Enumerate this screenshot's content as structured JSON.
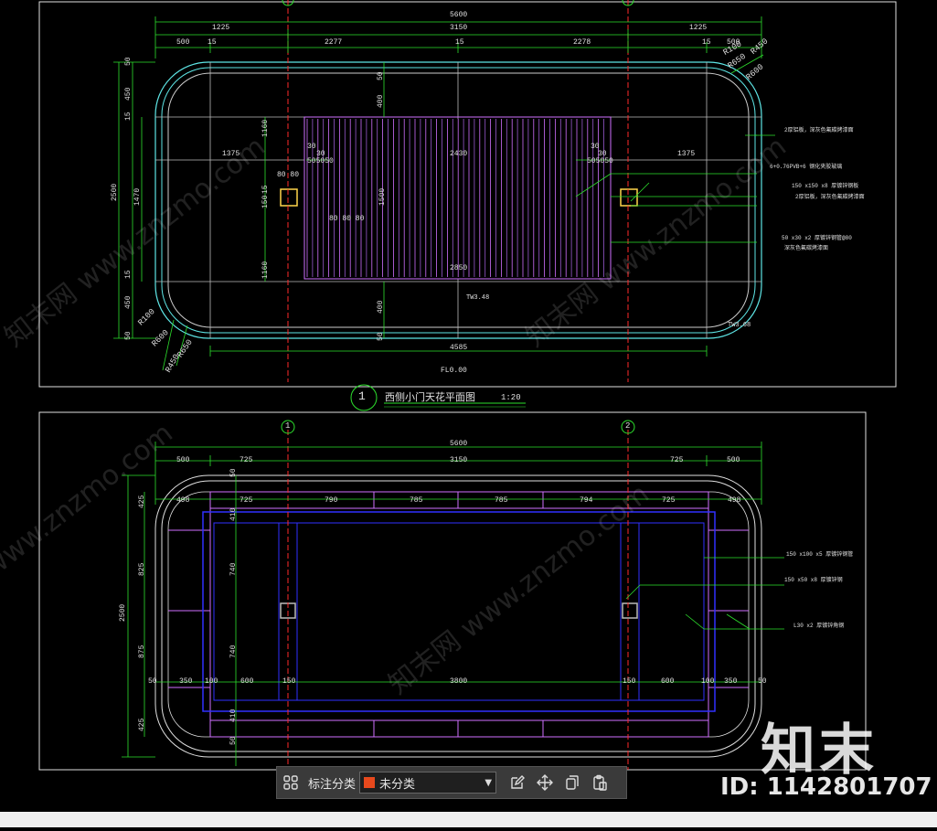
{
  "drawing": {
    "title1": "西侧小门天花平面图",
    "scale1": "1:20",
    "view_num": "1",
    "fl_label": "FL0.00",
    "axis_1": "1",
    "axis_2": "2",
    "top_dims": [
      "5600",
      "1225",
      "3150",
      "1225",
      "500",
      "15",
      "2277",
      "15",
      "2278",
      "15",
      "500"
    ],
    "bottom_dims": [
      "5600",
      "500",
      "725",
      "3150",
      "725",
      "500",
      "498",
      "725",
      "790",
      "785",
      "785",
      "794",
      "725",
      "498"
    ],
    "left_dims_top": [
      "2500",
      "50",
      "450",
      "15",
      "1160",
      "1470",
      "15",
      "1160",
      "450",
      "50",
      "1500",
      "150",
      "15"
    ],
    "left_dims_bottom": [
      "2500",
      "425",
      "825",
      "875",
      "425",
      "740",
      "740",
      "410",
      "410",
      "50",
      "50"
    ],
    "inner_labels": [
      "1375",
      "1375",
      "2430",
      "30",
      "30",
      "30",
      "30",
      "505050",
      "505050",
      "80 80",
      "80 80 80",
      "400",
      "400",
      "2850",
      "4585",
      "50",
      "50"
    ],
    "bottom_row": [
      "50",
      "350",
      "100",
      "600",
      "150",
      "3800",
      "150",
      "600",
      "100",
      "350",
      "50"
    ],
    "radii": [
      "R450",
      "R650",
      "R600",
      "R100",
      "R650",
      "R450",
      "R600",
      "R100"
    ],
    "tags": [
      "TW3.48",
      "TW3.68",
      "TW3.68"
    ],
    "notes_top": [
      "2厚铝板，深灰色氟碳烤漆面",
      "6+0.76PVB+6 钢化夹胶玻璃",
      "150 x150 x8 厚镀锌钢板",
      "2厚铝板，深灰色氟碳烤漆面",
      "50 x30 x2 厚镀锌钢管@80",
      "深灰色氟碳烤漆面"
    ],
    "notes_bottom": [
      "150 x100 x5 厚镀锌钢管",
      "150 x50 x8 厚镀锌钢",
      "L30 x2 厚镀锌角钢"
    ]
  },
  "toolbar": {
    "grid_icon": "grid-icon",
    "label": "标注分类",
    "select_value": "未分类",
    "swatch_color": "#e8491d",
    "icons": [
      "edit-icon",
      "move-icon",
      "copy-icon",
      "paste-icon"
    ]
  },
  "watermark": {
    "logo": "知末",
    "id_text": "ID: 1142801707",
    "site": "www.znzmo.com",
    "site2": "知末网 www.znzmo.com"
  },
  "colors": {
    "green": "#2de02d",
    "cyan": "#5ee6e6",
    "magenta": "#d070ff",
    "blue": "#3030ff",
    "red": "#ff2a2a",
    "white": "#e0e0e0",
    "yellow": "#ffd54a"
  }
}
